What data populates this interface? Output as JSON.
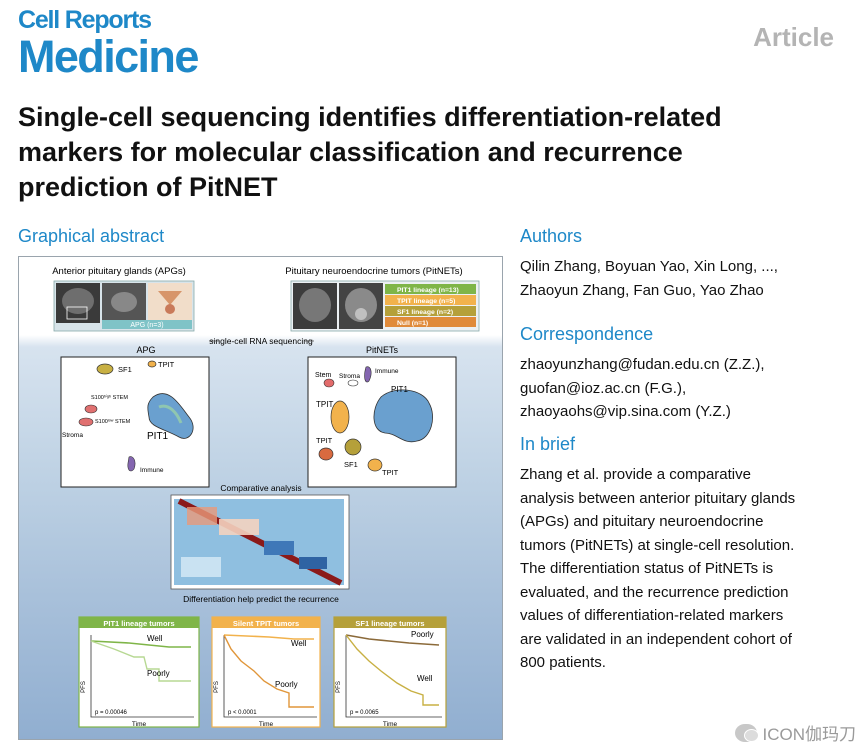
{
  "header": {
    "journal_line1": "Cell Reports",
    "journal_line2": "Medicine",
    "article_type": "Article",
    "title": "Single-cell sequencing identifies differentiation-related markers for molecular classification and recurrence prediction of PitNET"
  },
  "graphical_abstract": {
    "heading": "Graphical abstract",
    "top_left_label": "Anterior pituitary glands (APGs)",
    "top_right_label": "Pituitary neuroendocrine tumors (PitNETs)",
    "apg_count": "APG (n=3)",
    "lineages": [
      {
        "label": "PIT1 lineage (n=13)",
        "color": "#7fb548"
      },
      {
        "label": "TPIT lineage (n=5)",
        "color": "#f2b24c"
      },
      {
        "label": "SF1 lineage (n=2)",
        "color": "#b5a03a"
      },
      {
        "label": "Null (n=1)",
        "color": "#e08a3a"
      }
    ],
    "scrna_label": "single-cell RNA sequencing",
    "apg_panel_title": "APG",
    "pitnet_panel_title": "PitNETs",
    "apg_clusters": {
      "sf1": "SF1",
      "tpit": "TPIT",
      "s100_high": "S100ʰⁱᵍʰ STEM",
      "s100_low": "S100ˡᵒʷ STEM",
      "stroma": "Stroma",
      "pit1": "PIT1",
      "immune": "Immune"
    },
    "pitnet_clusters": {
      "stem": "Stem",
      "stroma": "Stroma",
      "immune": "Immune",
      "pit1": "PIT1",
      "tpit1": "TPIT",
      "tpit2": "TPIT",
      "sf1": "SF1",
      "tpit3": "TPIT"
    },
    "comparative_label": "Comparative analysis",
    "recurrence_label": "Differentiation help predict the recurrence",
    "km_plots": [
      {
        "title": "PIT1 lineage tumors",
        "color": "#7fb548",
        "upper": "Well",
        "lower": "Poorly",
        "p": "p = 0.00046",
        "ylabel": "PFS",
        "xlabel": "Time"
      },
      {
        "title": "Silent TPIT tumors",
        "color": "#f2b24c",
        "upper": "Well",
        "lower": "Poorly",
        "p": "p < 0.0001",
        "ylabel": "PFS",
        "xlabel": "Time"
      },
      {
        "title": "SF1 lineage tumors",
        "color": "#b5a03a",
        "upper": "Poorly",
        "lower": "Well",
        "p": "p = 0.0065",
        "ylabel": "PFS",
        "xlabel": "Time"
      }
    ]
  },
  "authors": {
    "heading": "Authors",
    "line1": "Qilin Zhang, Boyuan Yao, Xin Long, ...,",
    "line2": "Zhaoyun Zhang, Fan Guo, Yao Zhao"
  },
  "correspondence": {
    "heading": "Correspondence",
    "emails": [
      "zhaoyunzhang@fudan.edu.cn (Z.Z.),",
      "guofan@ioz.ac.cn (F.G.),",
      "zhaoyaohs@vip.sina.com (Y.Z.)"
    ]
  },
  "in_brief": {
    "heading": "In brief",
    "lines": [
      "Zhang et al. provide a comparative",
      "analysis between anterior pituitary glands",
      "(APGs) and pituitary neuroendocrine",
      "tumors (PitNETs) at single-cell resolution.",
      "The differentiation status of PitNETs is",
      "evaluated, and the recurrence prediction",
      "values of differentiation-related markers",
      "are validated in an independent cohort of",
      "800 patients."
    ]
  },
  "watermark": "ICON伽玛刀"
}
